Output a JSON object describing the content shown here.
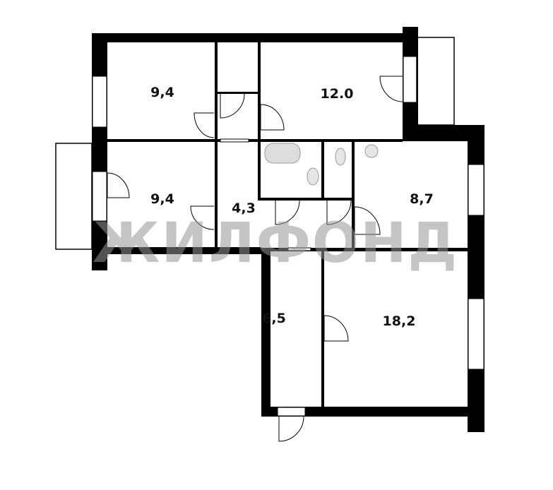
{
  "rooms": [
    {
      "id": "room-top-left",
      "area": "9,4"
    },
    {
      "id": "room-top-right",
      "area": "12.0"
    },
    {
      "id": "room-middle-left",
      "area": "9,4"
    },
    {
      "id": "hallway",
      "area": "4,3"
    },
    {
      "id": "kitchen",
      "area": "8,7"
    },
    {
      "id": "corridor",
      "area": "6,5"
    },
    {
      "id": "living-room",
      "area": "18,2"
    }
  ],
  "watermark": "ЖИЛФОНД",
  "colors": {
    "wall": "#000000",
    "watermark": "#969696"
  }
}
